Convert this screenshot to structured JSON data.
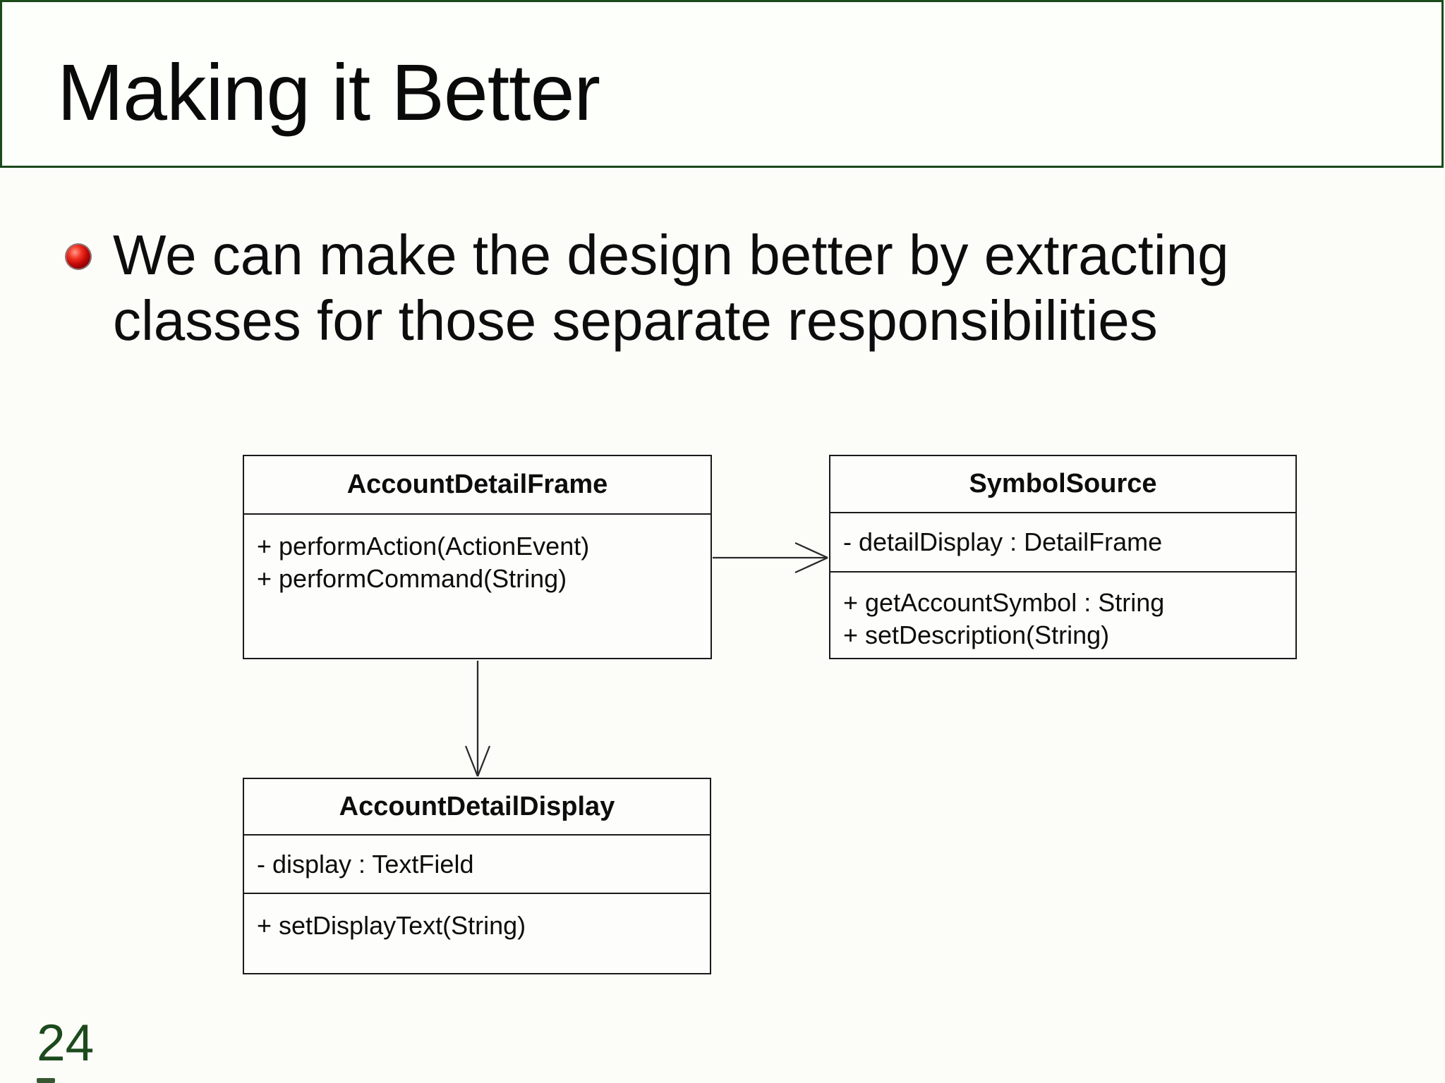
{
  "slide": {
    "title": "Making it Better",
    "page_number": "24",
    "bullet_lines": [
      "We can make the design better by extracting",
      "classes for those separate responsibilities"
    ]
  },
  "colors": {
    "title_border_green": "#1b4a1b",
    "page_number_green": "#1c4a1c",
    "bullet_red": "#c00808",
    "diagram_line": "#1a1a1a",
    "background": "#fcfcf9"
  },
  "diagram": {
    "type": "uml-class-diagram",
    "classes": [
      {
        "name": "AccountDetailFrame",
        "attributes": [],
        "methods": [
          "+ performAction(ActionEvent)",
          "+ performCommand(String)"
        ]
      },
      {
        "name": "SymbolSource",
        "attributes": [
          "- detailDisplay : DetailFrame"
        ],
        "methods": [
          "+ getAccountSymbol : String",
          "+ setDescription(String)"
        ]
      },
      {
        "name": "AccountDetailDisplay",
        "attributes": [
          "- display : TextField"
        ],
        "methods": [
          "+ setDisplayText(String)"
        ]
      }
    ],
    "relations": [
      {
        "from": "AccountDetailFrame",
        "to": "SymbolSource",
        "style": "open-arrow",
        "direction": "right"
      },
      {
        "from": "AccountDetailFrame",
        "to": "AccountDetailDisplay",
        "style": "open-arrow",
        "direction": "down"
      }
    ]
  }
}
